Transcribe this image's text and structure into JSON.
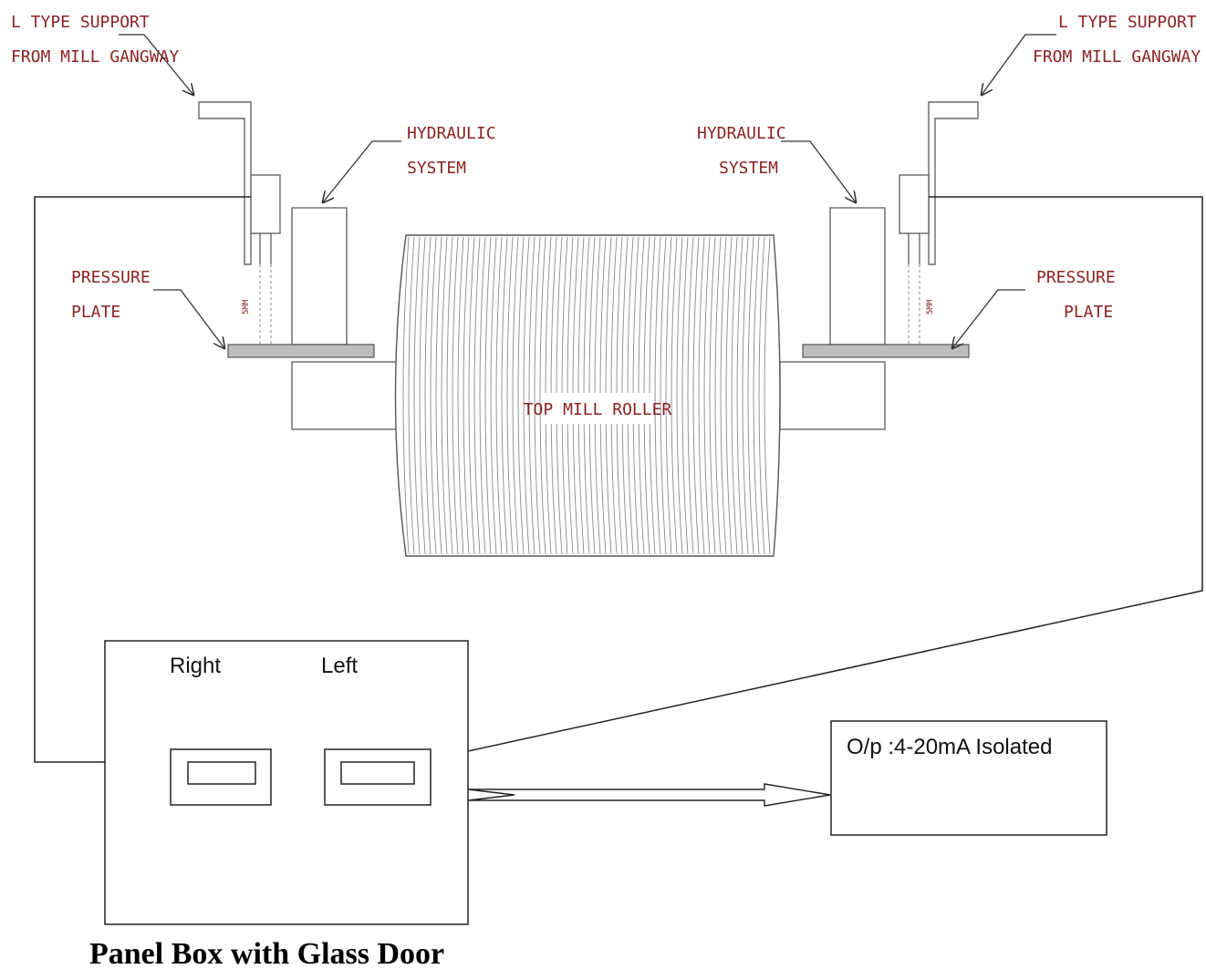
{
  "labels": {
    "l_support_left_1": "L TYPE SUPPORT",
    "l_support_left_2": "FROM MILL GANGWAY",
    "l_support_right_1": "L TYPE SUPPORT",
    "l_support_right_2": "FROM MILL GANGWAY",
    "hydraulic_left_1": "HYDRAULIC",
    "hydraulic_left_2": "SYSTEM",
    "hydraulic_right_1": "HYDRAULIC",
    "hydraulic_right_2": "SYSTEM",
    "pressure_left_1": "PRESSURE",
    "pressure_left_2": "PLATE",
    "pressure_right_1": "PRESSURE",
    "pressure_right_2": "PLATE",
    "gap_left": "5MM",
    "gap_right": "5MM",
    "roller": "TOP MILL ROLLER",
    "panel_right": "Right",
    "panel_left": "Left",
    "output": "O/p :4-20mA Isolated",
    "panel_title": "Panel Box with Glass Door"
  },
  "colors": {
    "label_red": "#8b2323",
    "line": "#222222"
  }
}
